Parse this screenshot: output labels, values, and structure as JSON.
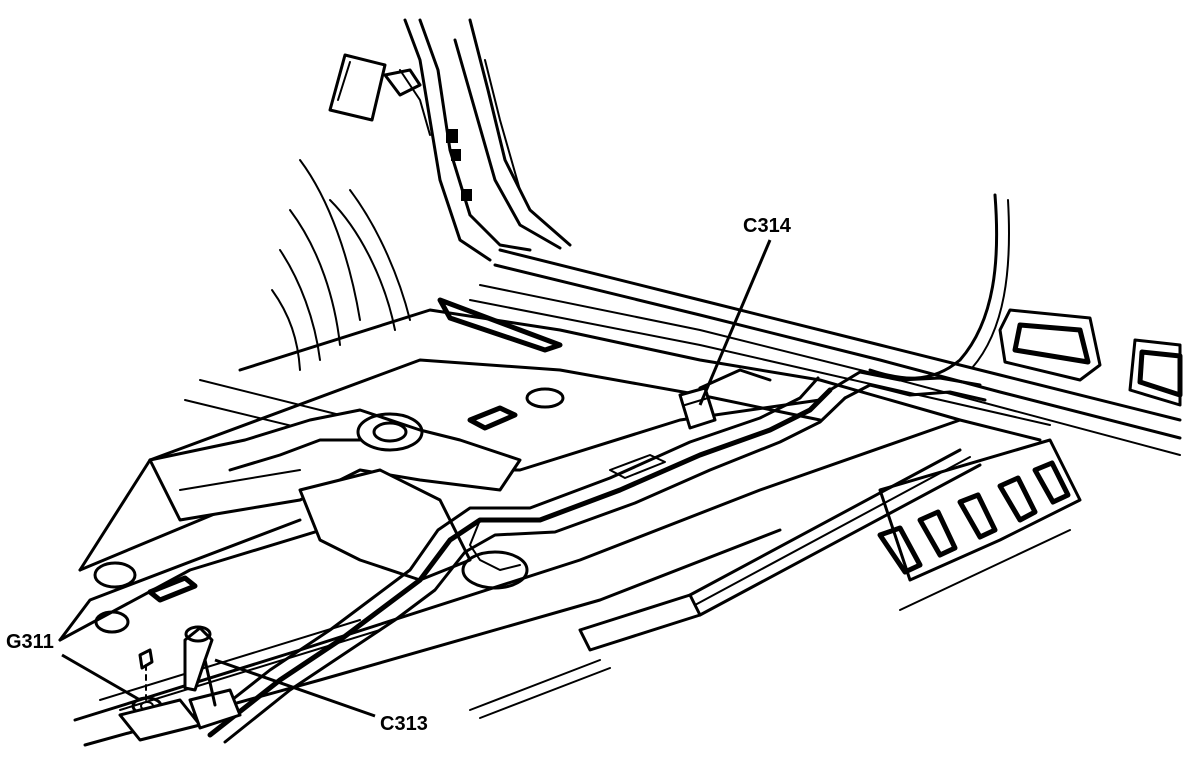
{
  "callouts": {
    "c314": "C314",
    "g311": "G311",
    "c313": "C313"
  }
}
